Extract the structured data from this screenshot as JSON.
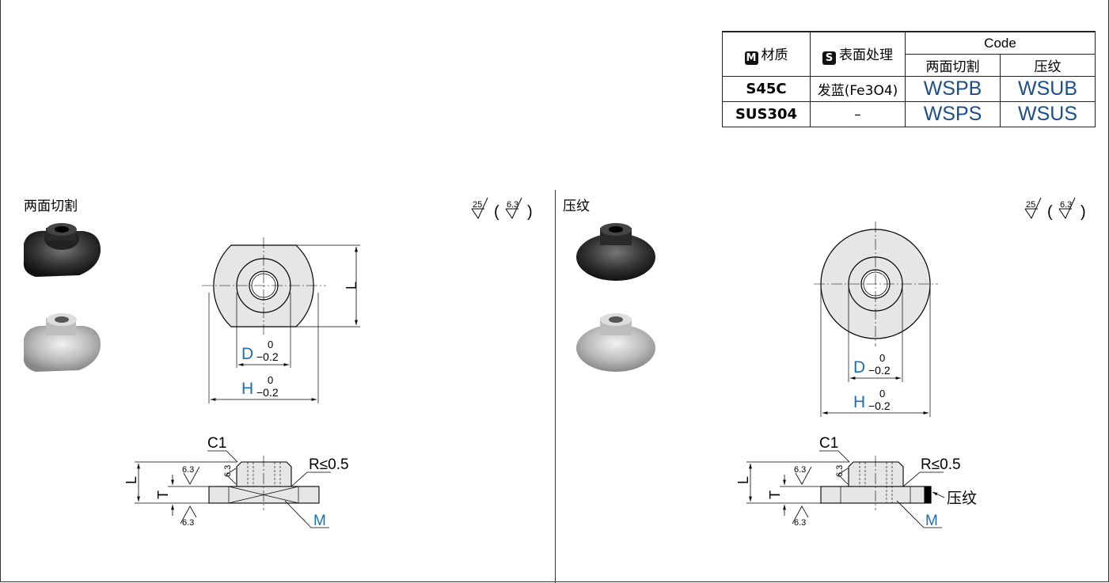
{
  "table": {
    "material_header": "材质",
    "material_badge": "M",
    "surface_header": "表面处理",
    "surface_badge": "S",
    "code_header": "Code",
    "code_sub1": "两面切割",
    "code_sub2": "压纹",
    "rows": [
      {
        "material": "S45C",
        "surface": "发蓝(Fe3O4)",
        "code1": "WSPB",
        "code2": "WSUB"
      },
      {
        "material": "SUS304",
        "surface": "–",
        "code1": "WSPS",
        "code2": "WSUS"
      }
    ]
  },
  "left": {
    "title": "两面切割",
    "roughness_main": "25",
    "roughness_other": "6.3",
    "dim_L": "L",
    "dim_D": "D",
    "dim_H": "H",
    "tol_upper": "0",
    "tol_lower": "−0.2",
    "side_C1": "C1",
    "side_R": "R≤0.5",
    "side_M": "M",
    "side_L": "L",
    "side_T": "T",
    "side_rough": "6.3"
  },
  "right": {
    "title": "压纹",
    "roughness_main": "25",
    "roughness_other": "6.3",
    "dim_D": "D",
    "dim_H": "H",
    "tol_upper": "0",
    "tol_lower": "−0.2",
    "side_C1": "C1",
    "side_R": "R≤0.5",
    "side_knurl": "压纹",
    "side_M": "M",
    "side_L": "L",
    "side_T": "T",
    "side_rough": "6.3"
  },
  "colors": {
    "accent": "#1a6fb5",
    "code": "#1a4f8b"
  }
}
